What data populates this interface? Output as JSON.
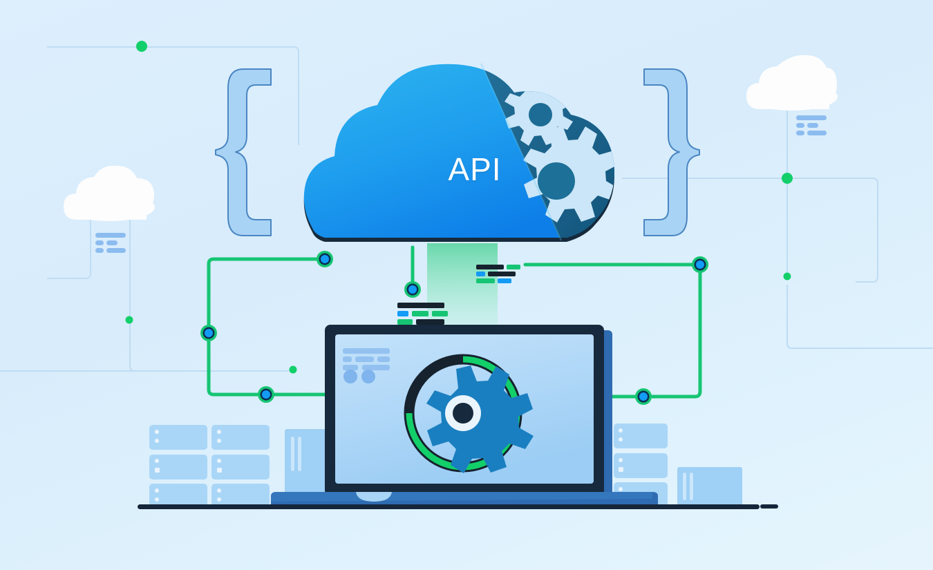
{
  "illustration": {
    "title": "API cloud integration illustration",
    "cloud_label": "API"
  },
  "palette": {
    "background_top": "#ddeffd",
    "background_bottom": "#e6f5fd",
    "cloud_light_blue": "#29a9ec",
    "cloud_mid_blue": "#1484e8",
    "cloud_dark_blue": "#1c6c96",
    "cloud_darkest": "#145a7f",
    "cloud_outline": "#152b3d",
    "gear_pale": "#cbe6f8",
    "accent_green": "#16c573",
    "accent_green_bright": "#12cf6a",
    "node_blue": "#139bf5",
    "node_ring_dark": "#0a2f52",
    "screen_light": "#a8d4f5",
    "screen_pale": "#bddff8",
    "laptop_body": "#17293d",
    "laptop_base": "#2f6bb0",
    "server_fill": "#a9d6f7",
    "server_fill_dark": "#95c9f2",
    "brace_fill": "#a9d3f5",
    "brace_stroke": "#3c7fc0",
    "faint_line": "#c3e0f5",
    "small_cloud_white": "#fdfdfd",
    "code_blue": "#7fb4ec",
    "code_dark": "#16222e",
    "ground_line": "#16263a"
  },
  "elements": {
    "main_cloud": {
      "name": "API cloud",
      "label": "API",
      "gears": 2
    },
    "laptop": {
      "name": "laptop",
      "screen_content": "settings gear with progress ring",
      "progress_ring": {
        "track_color": "#16222e",
        "progress_color": "#12cf6a",
        "progress_percent": 75
      },
      "screen_placeholder_lines": 3,
      "screen_placeholder_dots": 2
    },
    "small_clouds": [
      {
        "name": "small-cloud-left",
        "code_lines": 3
      },
      {
        "name": "small-cloud-right",
        "code_lines": 3
      }
    ],
    "braces": [
      {
        "name": "brace-open",
        "glyph": "{"
      },
      {
        "name": "brace-close",
        "glyph": "}"
      }
    ],
    "server_racks": [
      {
        "name": "server-rack-left",
        "units": 6
      },
      {
        "name": "server-rack-right",
        "units": 3
      }
    ],
    "code_snippets": [
      {
        "name": "code-snippet-upper-right",
        "rows": 3
      },
      {
        "name": "code-snippet-lower-left",
        "rows": 3
      }
    ],
    "circuit_nodes": [
      {
        "name": "node-top-left-green",
        "color": "#12cf6a",
        "type": "dot"
      },
      {
        "name": "node-left-mid-green",
        "color": "#12cf6a",
        "type": "dot"
      },
      {
        "name": "node-right-mid-green",
        "color": "#12cf6a",
        "type": "dot"
      },
      {
        "name": "node-right-lower-green",
        "color": "#12cf6a",
        "type": "dot"
      },
      {
        "name": "node-center-small-green",
        "color": "#12cf6a",
        "type": "dot"
      },
      {
        "name": "node-cloud-left",
        "color": "#139bf5",
        "type": "ring"
      },
      {
        "name": "node-cloud-center",
        "color": "#139bf5",
        "type": "ring"
      },
      {
        "name": "node-cloud-right",
        "color": "#139bf5",
        "type": "ring"
      },
      {
        "name": "node-left-mid",
        "color": "#139bf5",
        "type": "ring"
      },
      {
        "name": "node-left-bottom",
        "color": "#139bf5",
        "type": "ring"
      },
      {
        "name": "node-right-bottom",
        "color": "#139bf5",
        "type": "ring"
      }
    ]
  }
}
